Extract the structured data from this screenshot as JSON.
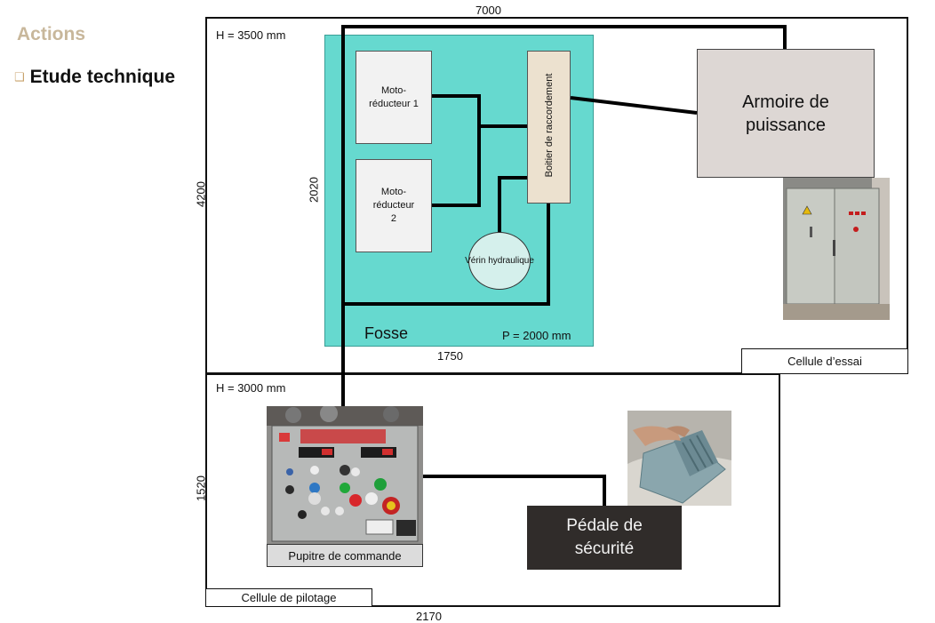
{
  "header": {
    "section": "Actions",
    "bullet_glyph": "❑",
    "item": "Etude technique"
  },
  "test_cell": {
    "height_label": "H = 3500 mm",
    "width_dim": "7000",
    "depth_dim": "4200",
    "name": "Cellule d’essai"
  },
  "pit": {
    "name": "Fosse",
    "depth_label": "P = 2000 mm",
    "width_dim": "1750",
    "length_dim": "2020",
    "motor1": "Moto-\nréducteur 1",
    "motor2": "Moto-\nréducteur\n2",
    "junction_box": "Boitier de raccordement",
    "cylinder": "Vérin hydraulique"
  },
  "power_cabinet": {
    "label": "Armoire de\npuissance",
    "photo": "electrical-cabinet-photo"
  },
  "control_cell": {
    "height_label": "H = 3000 mm",
    "depth_dim": "1520",
    "width_dim": "2170",
    "name": "Cellule de pilotage",
    "console_label": "Pupitre de commande",
    "console_photo": "control-console-photo"
  },
  "pedal": {
    "label": "Pédale de\nsécurité",
    "photo": "safety-pedal-photo"
  },
  "colors": {
    "heading": "#c8b79b",
    "pit": "#66d9cf",
    "motor_box": "#f2f2f2",
    "junction": "#ece1cf",
    "cylinder": "#d5f0ec",
    "cabinet": "#ddd7d4",
    "pedal_box": "#302c2a",
    "wire": "#000000"
  }
}
